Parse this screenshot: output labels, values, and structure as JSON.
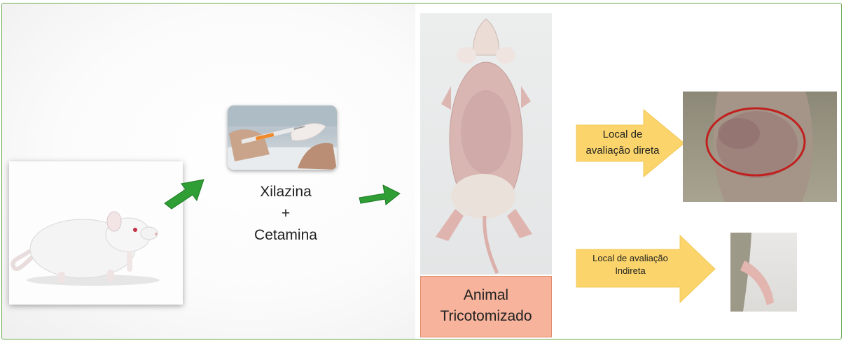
{
  "steps": {
    "anesthesia": {
      "line1": "Xilazina",
      "line2": "+",
      "line3": "Cetamina"
    },
    "caption": {
      "line1": "Animal",
      "line2": "Tricotomizado"
    },
    "direct_site": {
      "line1": "Local de",
      "line2": "avaliação direta"
    },
    "indirect_site": {
      "line1": "Local de avaliação",
      "line2": "Indireta"
    }
  },
  "colors": {
    "frame_border": "#6aa84f",
    "green_arrow": "#2e9e35",
    "yellow_arrow": "#fbd56b",
    "caption_fill": "#f7b39b",
    "highlight_ring": "#c0201e"
  },
  "icons": [
    "white-rat-image",
    "injection-image",
    "shaved-mouse-image",
    "direct-site-closeup-image",
    "indirect-site-closeup-image"
  ]
}
